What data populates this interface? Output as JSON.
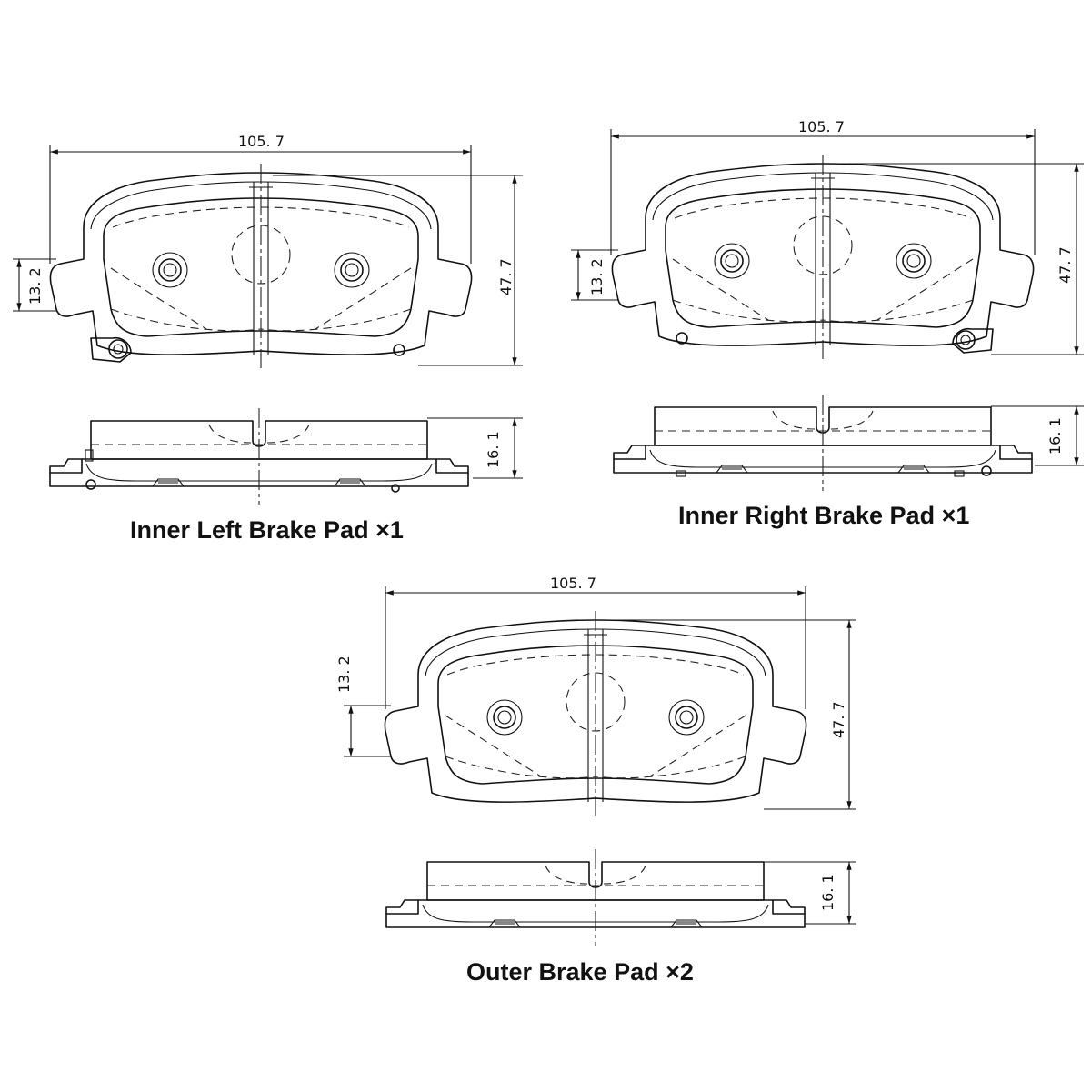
{
  "colors": {
    "line": "#111111",
    "background": "#ffffff"
  },
  "inner_left": {
    "caption": "Inner Left Brake Pad ×1",
    "dim_width": "105. 7",
    "dim_height": "47. 7",
    "dim_tab": "13. 2",
    "dim_thickness": "16. 1"
  },
  "inner_right": {
    "caption": "Inner Right Brake Pad ×1",
    "dim_width": "105. 7",
    "dim_height": "47. 7",
    "dim_tab": "13. 2",
    "dim_thickness": "16. 1"
  },
  "outer": {
    "caption": "Outer Brake Pad ×2",
    "dim_width": "105. 7",
    "dim_height": "47. 7",
    "dim_tab": "13. 2",
    "dim_thickness": "16. 1"
  }
}
